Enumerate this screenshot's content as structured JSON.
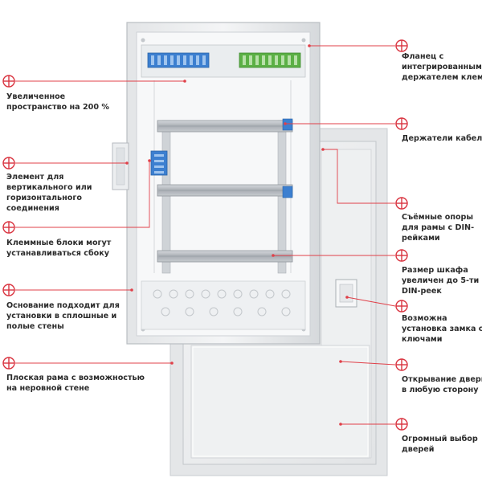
{
  "accent_color": "#d9333f",
  "line_color": "#e04049",
  "callouts": [
    {
      "id": "flange",
      "side": "right",
      "lines": [
        "Фланец с",
        "интегрированным",
        "держателем клемм"
      ]
    },
    {
      "id": "cable-holders",
      "side": "right",
      "lines": [
        "Держатели кабеля"
      ]
    },
    {
      "id": "din-supports",
      "side": "right",
      "lines": [
        "Съёмные опоры",
        "для рамы с DIN-",
        "рейками"
      ]
    },
    {
      "id": "size",
      "side": "right",
      "lines": [
        "Размер шкафа",
        "увеличен до 5-ти",
        "DIN-реек"
      ]
    },
    {
      "id": "lock",
      "side": "right",
      "lines": [
        "Возможна",
        "установка замка с",
        "ключами"
      ]
    },
    {
      "id": "door-opening",
      "side": "right",
      "lines": [
        "Открывание двери",
        "в любую сторону"
      ]
    },
    {
      "id": "doors",
      "side": "right",
      "lines": [
        "Огромный выбор",
        "дверей"
      ]
    },
    {
      "id": "space",
      "side": "left",
      "lines": [
        "Увеличенное",
        "пространство на 200 %"
      ]
    },
    {
      "id": "connection",
      "side": "left",
      "lines": [
        "Элемент для",
        "вертикального или",
        "горизонтального",
        "соединения"
      ]
    },
    {
      "id": "side-blocks",
      "side": "left",
      "lines": [
        "Клеммные блоки могут",
        "устанавливаться сбоку"
      ]
    },
    {
      "id": "base",
      "side": "left",
      "lines": [
        "Основание подходит для",
        "установки в сплошные и",
        "полые стены"
      ]
    },
    {
      "id": "flat-frame",
      "side": "left",
      "lines": [
        "Плоская рама с возможностью",
        "на неровной стене"
      ]
    }
  ]
}
